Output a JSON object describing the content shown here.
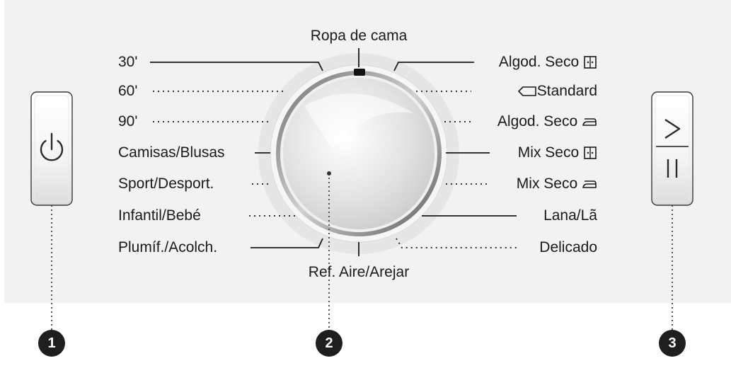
{
  "panel": {
    "background": "#f2f2f2"
  },
  "dial": {
    "top_label": "Ropa de cama",
    "bottom_label": "Ref. Aire/Arejar",
    "left_labels": [
      "30'",
      "60'",
      "90'",
      "Camisas/Blusas",
      "Sport/Desport.",
      "Infantil/Bebé",
      "Plumíf./Acolch."
    ],
    "right_labels": [
      {
        "text": "Algod. Seco",
        "symbol": "cupboard-dry-icon"
      },
      {
        "text": "Standard",
        "symbol": "tag-icon"
      },
      {
        "text": "Algod. Seco",
        "symbol": "iron-dry-icon"
      },
      {
        "text": "Mix Seco",
        "symbol": "cupboard-dry-icon"
      },
      {
        "text": "Mix Seco",
        "symbol": "iron-dry-icon"
      },
      {
        "text": "Lana/Lã",
        "symbol": ""
      },
      {
        "text": "Delicado",
        "symbol": ""
      }
    ]
  },
  "buttons": {
    "power": {
      "icon": "power-icon"
    },
    "start_pause": {
      "icons": [
        "start-icon",
        "pause-icon"
      ]
    }
  },
  "callouts": [
    "1",
    "2",
    "3"
  ]
}
